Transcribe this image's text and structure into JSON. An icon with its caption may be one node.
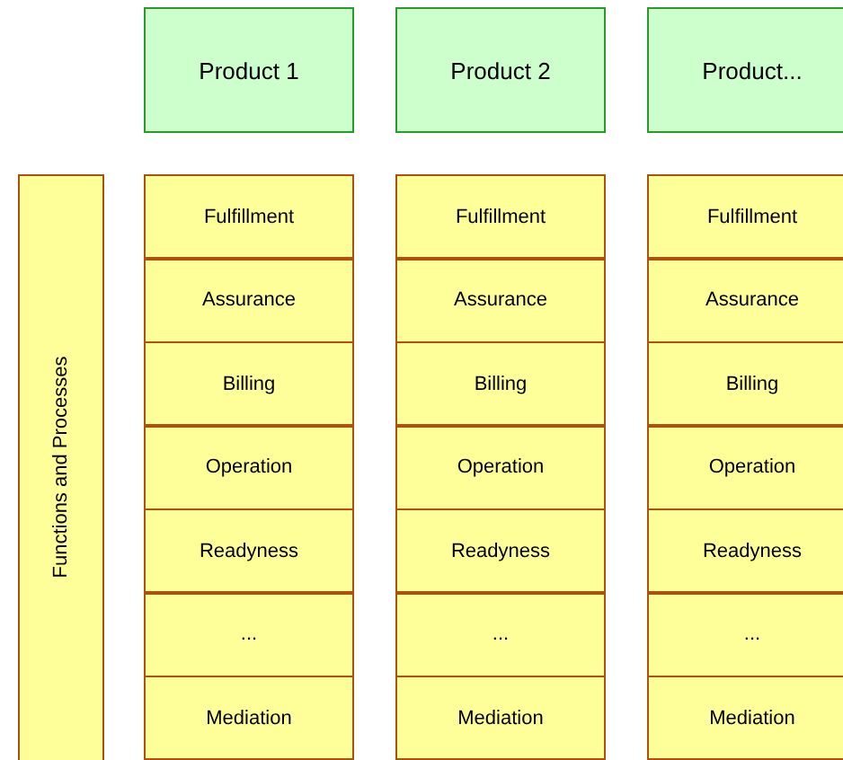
{
  "diagram": {
    "nodes": [
      {
        "text": [
          "Product 1"
        ]
      },
      {
        "text": [
          "Product 2"
        ]
      },
      {
        "text": [
          "Product..."
        ]
      },
      {
        "text": [
          "Functions and Processes"
        ]
      },
      {
        "text": [
          "Fulfillment"
        ]
      },
      {
        "text": [
          "Fulfillment"
        ]
      },
      {
        "text": [
          "Fulfillment"
        ]
      },
      {
        "text": [
          "Assurance"
        ]
      },
      {
        "text": [
          "Assurance"
        ]
      },
      {
        "text": [
          "Assurance"
        ]
      },
      {
        "text": [
          "Billing"
        ]
      },
      {
        "text": [
          "Billing"
        ]
      },
      {
        "text": [
          "Billing"
        ]
      },
      {
        "text": [
          "Operation"
        ]
      },
      {
        "text": [
          "Operation"
        ]
      },
      {
        "text": [
          "Operation"
        ]
      },
      {
        "text": [
          "Readyness"
        ]
      },
      {
        "text": [
          "Readyness"
        ]
      },
      {
        "text": [
          "Readyness"
        ]
      },
      {
        "text": [
          "..."
        ]
      },
      {
        "text": [
          "..."
        ]
      },
      {
        "text": [
          "..."
        ]
      },
      {
        "text": [
          "Mediation"
        ]
      },
      {
        "text": [
          "Mediation"
        ]
      },
      {
        "text": [
          "Mediation"
        ]
      }
    ]
  }
}
